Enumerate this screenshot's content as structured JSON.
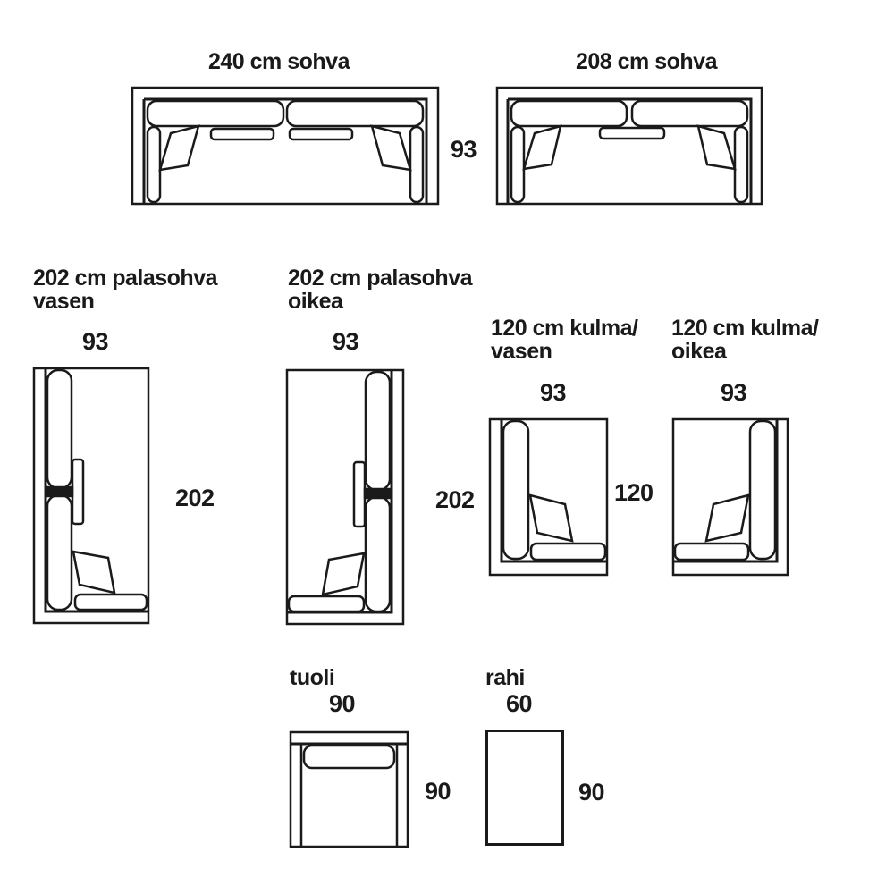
{
  "diagram": {
    "pieces": [
      {
        "id": "sofa-240",
        "title": "240 cm sohva",
        "depth": "93"
      },
      {
        "id": "sofa-208",
        "title": "208 cm sohva"
      },
      {
        "id": "sectional-left",
        "title_line1": "202 cm palasohva",
        "title_line2": "vasen",
        "width": "93",
        "length": "202"
      },
      {
        "id": "sectional-right",
        "title_line1": "202 cm palasohva",
        "title_line2": "oikea",
        "width": "93",
        "length": "202"
      },
      {
        "id": "corner-left",
        "title_line1": "120 cm kulma/",
        "title_line2": "vasen",
        "width": "93",
        "length": "120"
      },
      {
        "id": "corner-right",
        "title_line1": "120 cm kulma/",
        "title_line2": "oikea",
        "width": "93"
      },
      {
        "id": "armchair",
        "title": "tuoli",
        "width": "90",
        "depth": "90"
      },
      {
        "id": "ottoman",
        "title": "rahi",
        "width": "60",
        "depth": "90"
      }
    ]
  },
  "colors": {
    "line": "#1a1a1a",
    "background": "#ffffff"
  }
}
